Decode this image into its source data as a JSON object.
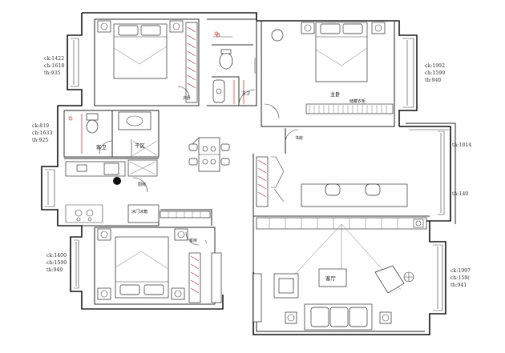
{
  "rooms": {
    "master_bath": "主卫",
    "master_bedroom": "主卧",
    "wardrobe": "储藏衣柜",
    "second_bedroom": "次卧",
    "guest_bath": "客卫",
    "dry_area": "干区",
    "kitchen": "厨房",
    "kitchen_appliance": "冰门冰箱",
    "study": "书房",
    "guest_bedroom": "客房",
    "living_room": "客厅"
  },
  "window_specs": {
    "w1": [
      "ck:1422",
      "ch:1618",
      "th:935"
    ],
    "w2": [
      "ck:819",
      "ch:1633",
      "th:925"
    ],
    "w3": [
      "ck:1400",
      "ch:1590",
      "th:940"
    ],
    "w4": [
      "ck:1992",
      "ch:1599",
      "th:940"
    ],
    "w5": [
      "th:1014"
    ],
    "w6": [
      "th:140"
    ],
    "w7": [
      "ck:1997",
      "ch:159(",
      "th:941"
    ]
  }
}
